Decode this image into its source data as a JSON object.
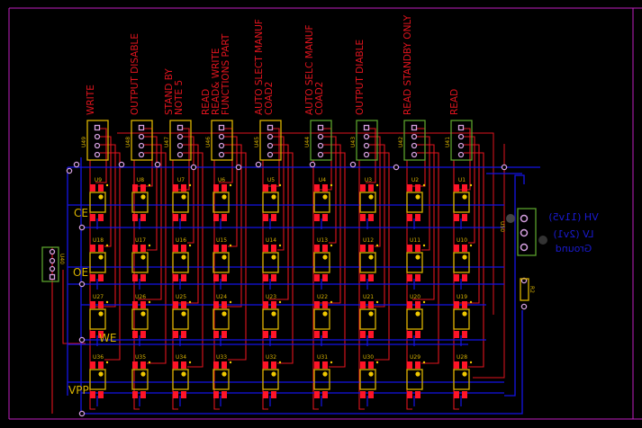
{
  "board": {
    "colors": {
      "background": "#000000",
      "top_copper": "#e0141e",
      "bottom_copper": "#1414e6",
      "silkscreen": "#d9b300",
      "outline": "#c020c0",
      "header_green": "#5aa02c",
      "pad": "#ff1428",
      "via": "#d6a0e0"
    },
    "header_labels": [
      {
        "ref": "U49",
        "lines": [
          "WRITE"
        ],
        "color": "yellow"
      },
      {
        "ref": "U48",
        "lines": [
          "OUTPUT DISABLE"
        ],
        "color": "yellow"
      },
      {
        "ref": "U47",
        "lines": [
          "STAND BY",
          "NOTE 5"
        ],
        "color": "yellow"
      },
      {
        "ref": "U46",
        "lines": [
          "READ",
          "READ& WRITE",
          "FUNCTIONS PART"
        ],
        "color": "yellow"
      },
      {
        "ref": "U45",
        "lines": [
          "AUTO SLECT MANUF",
          "COAD2"
        ],
        "color": "yellow"
      },
      {
        "ref": "U44",
        "lines": [
          "AUTO SELC MANUF",
          "COAD2"
        ],
        "color": "green"
      },
      {
        "ref": "U43",
        "lines": [
          "OUTPUT DIABLE"
        ],
        "color": "green"
      },
      {
        "ref": "U42",
        "lines": [
          "READ STANDBY ONLY"
        ],
        "color": "green"
      },
      {
        "ref": "U41",
        "lines": [
          "READ"
        ],
        "color": "green"
      }
    ],
    "component_rows": [
      [
        "U9",
        "U8",
        "U7",
        "U6",
        "U5",
        "U4",
        "U3",
        "U2",
        "U1"
      ],
      [
        "U18",
        "U17",
        "U16",
        "U15",
        "U14",
        "U13",
        "U12",
        "U11",
        "U10"
      ],
      [
        "U27",
        "U26",
        "U25",
        "U24",
        "U23",
        "U22",
        "U21",
        "U20",
        "U19"
      ],
      [
        "U36",
        "U35",
        "U34",
        "U33",
        "U32",
        "U31",
        "U30",
        "U29",
        "U28"
      ]
    ],
    "side_labels": [
      "CE",
      "OE",
      "WE",
      "VPP"
    ],
    "left_connector": "U40",
    "power_connector": {
      "ref": "U50",
      "labels": [
        "VH (11v5)",
        "LV (2v1)",
        "Ground"
      ]
    },
    "resistor": "R2"
  }
}
